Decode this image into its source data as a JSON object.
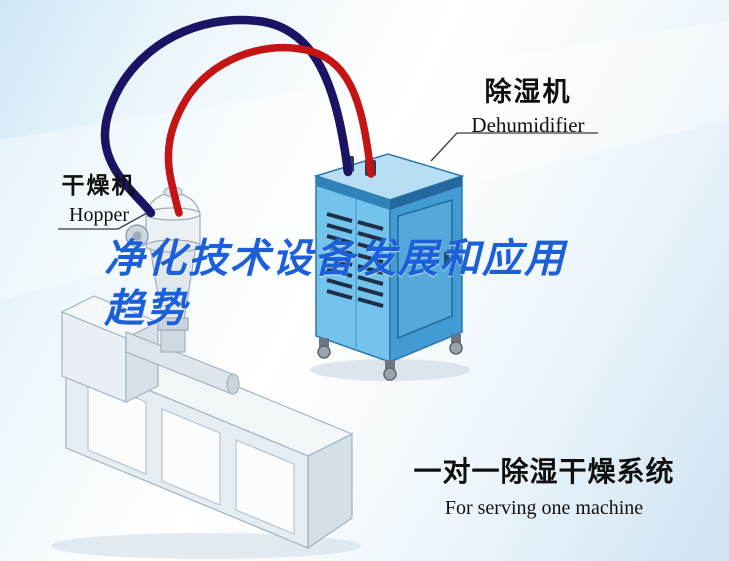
{
  "title": {
    "line1": "净化技术设备发展和应用",
    "line2": "趋势",
    "color": "#1b5fd9"
  },
  "labels": {
    "dehumidifier_zh": "除湿机",
    "dehumidifier_en": "Dehumidifier",
    "hopper_zh": "干燥机",
    "hopper_en": "Hopper",
    "system_zh": "一对一除湿干燥系统",
    "system_en": "For serving one machine"
  },
  "illustration": {
    "pipe_red": "#c41414",
    "pipe_navy": "#1b1464",
    "dehumidifier_front": "#74c3ec",
    "dehumidifier_side": "#429bd2",
    "dehumidifier_top": "#b7def2",
    "machine_body": "#e6edf2",
    "background_blue": "#cfe7f5"
  }
}
